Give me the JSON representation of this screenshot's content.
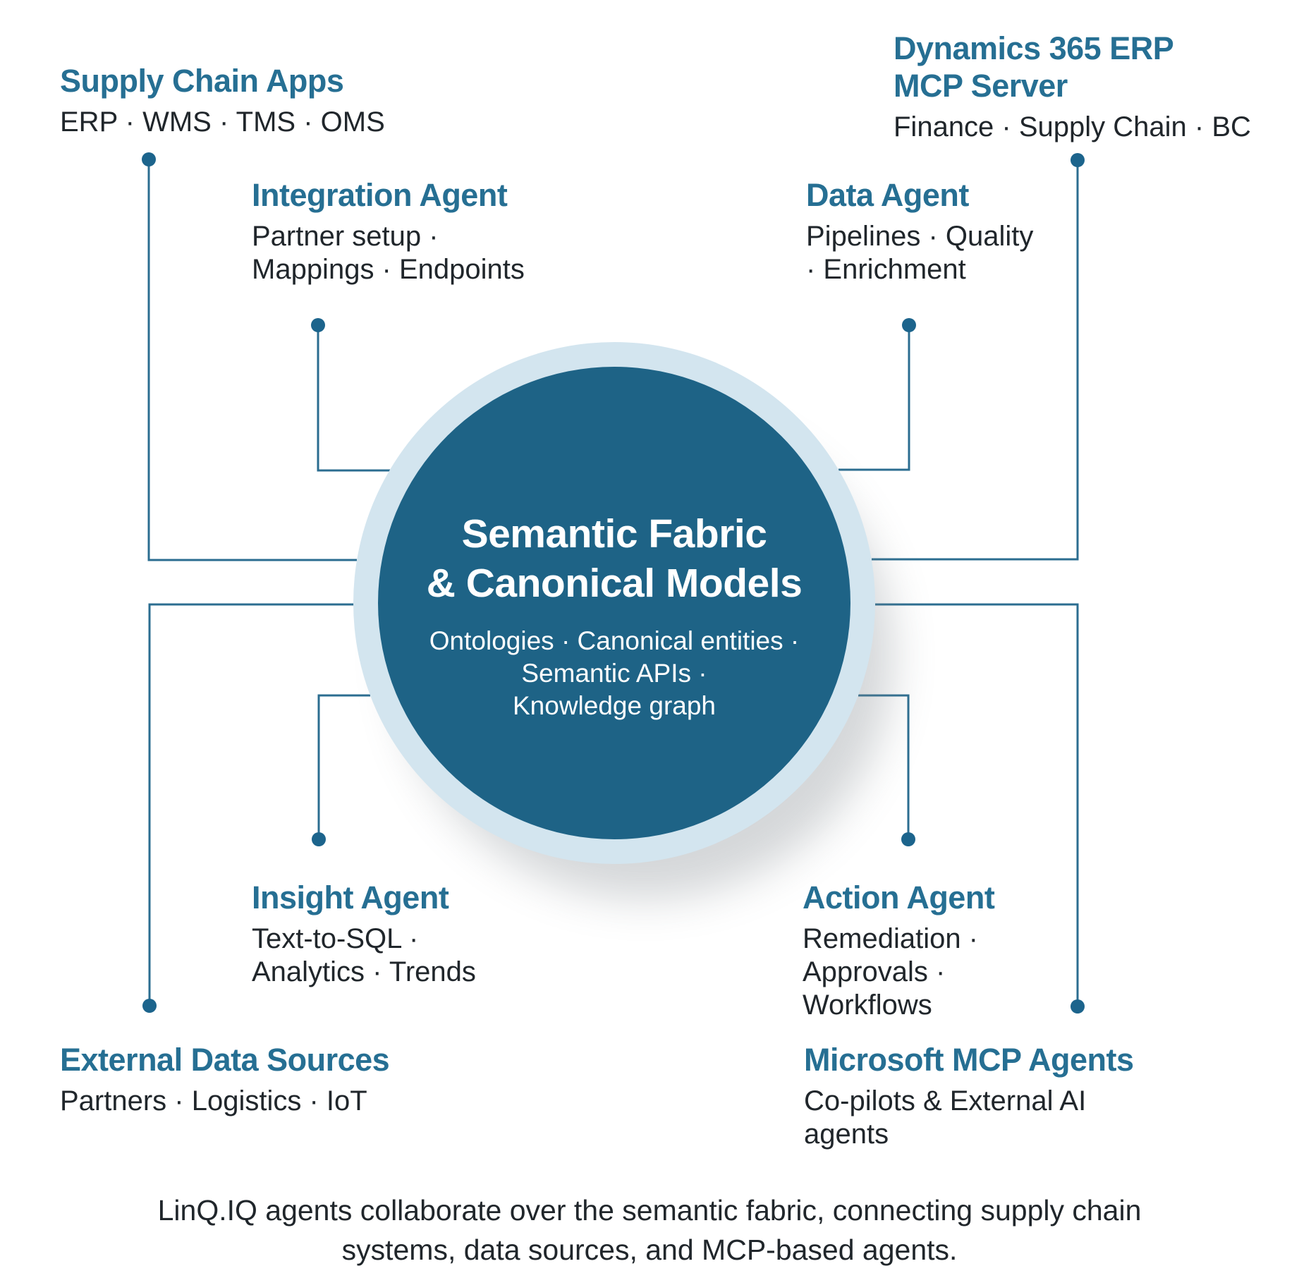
{
  "nodes": {
    "supply_chain_apps": {
      "title": "Supply Chain Apps",
      "subtitle": "ERP · WMS · TMS · OMS"
    },
    "dynamics_erp_mcp_server": {
      "title": "Dynamics 365 ERP\nMCP Server",
      "subtitle": "Finance · Supply Chain · BC"
    },
    "integration_agent": {
      "title": "Integration Agent",
      "subtitle": "Partner setup ·\nMappings · Endpoints"
    },
    "data_agent": {
      "title": "Data Agent",
      "subtitle": "Pipelines · Quality\n· Enrichment"
    },
    "insight_agent": {
      "title": "Insight Agent",
      "subtitle": "Text-to-SQL ·\nAnalytics · Trends"
    },
    "action_agent": {
      "title": "Action Agent",
      "subtitle": "Remediation ·\nApprovals ·\nWorkflows"
    },
    "external_data_sources": {
      "title": "External Data Sources",
      "subtitle": "Partners · Logistics · IoT"
    },
    "microsoft_mcp_agents": {
      "title": "Microsoft MCP Agents",
      "subtitle": "Co-pilots & External AI\nagents"
    }
  },
  "hub": {
    "title": "Semantic Fabric\n& Canonical Models",
    "subtitle": "Ontologies · Canonical entities ·\nSemantic APIs ·\nKnowledge graph"
  },
  "caption": "LinQ.IQ agents collaborate over the semantic fabric, connecting supply chain\nsystems, data sources, and MCP-based agents.",
  "colors": {
    "background": "#ffffff",
    "accent": "#266f93",
    "text": "#20262b",
    "line": "#2b6d90",
    "dot": "#1c648c",
    "hub_fill": "#1e6386",
    "hub_ring": "#d3e5ef",
    "hub_text": "#ffffff"
  }
}
